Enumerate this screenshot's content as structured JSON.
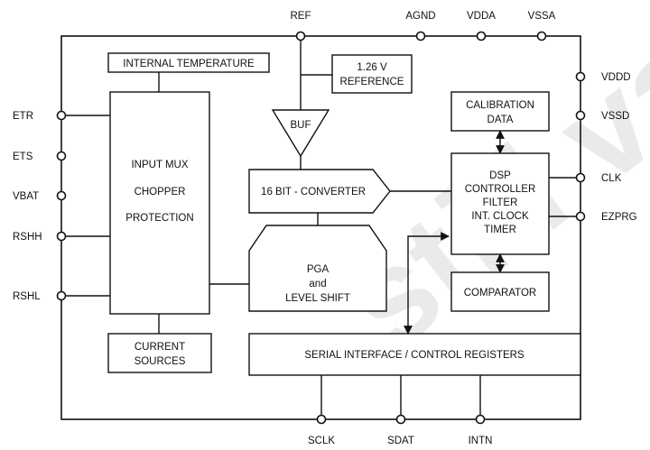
{
  "pins": {
    "top": [
      "REF",
      "AGND",
      "VDDA",
      "VSSA"
    ],
    "left": [
      "ETR",
      "ETS",
      "VBAT",
      "RSHH",
      "RSHL"
    ],
    "right": [
      "VDDD",
      "VSSD",
      "CLK",
      "EZPRG"
    ],
    "bottom": [
      "SCLK",
      "SDAT",
      "INTN"
    ]
  },
  "blocks": {
    "internal_temperature": "INTERNAL TEMPERATURE",
    "reference": [
      "1.26 V",
      "REFERENCE"
    ],
    "buf": "BUF",
    "calibration": [
      "CALIBRATION",
      "DATA"
    ],
    "input_mux": [
      "INPUT MUX",
      "CHOPPER",
      "PROTECTION"
    ],
    "converter": "16 BIT - CONVERTER",
    "dsp": [
      "DSP",
      "CONTROLLER",
      "FILTER",
      "INT. CLOCK",
      "TIMER"
    ],
    "pga": [
      "PGA",
      "and",
      "LEVEL SHIFT"
    ],
    "comparator": "COMPARATOR",
    "current_sources": [
      "CURRENT",
      "SOURCES"
    ],
    "serial": "SERIAL INTERFACE / CONTROL REGISTERS"
  },
  "watermark": "still valid"
}
